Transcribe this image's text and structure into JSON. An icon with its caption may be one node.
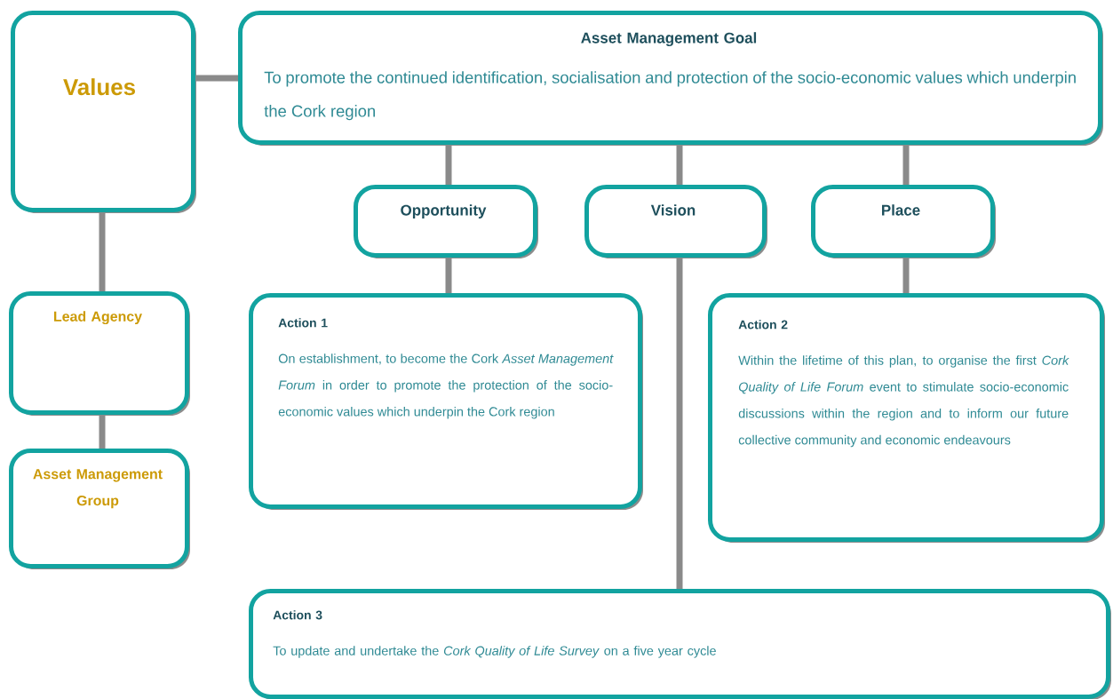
{
  "diagram": {
    "nodes": [
      {
        "text": [
          "Values"
        ]
      },
      {
        "text": [
          "Asset Management Goal",
          "To promote the continued identification, socialisation and protection of the socio-economic values which underpin the Cork region"
        ]
      },
      {
        "text": [
          "Opportunity"
        ]
      },
      {
        "text": [
          "Vision"
        ]
      },
      {
        "text": [
          "Place"
        ]
      },
      {
        "text": [
          "Action 1",
          "On establishment, to become the Cork *Asset Management Forum* in order to promote the protection of the socio-economic values which underpin the Cork region"
        ]
      },
      {
        "text": [
          "Action 2",
          "Within the lifetime of this plan, to organise the first *Cork Quality of Life Forum* event to stimulate socio-economic discussions within the region and to inform our future collective community and economic endeavours"
        ]
      },
      {
        "text": [
          "Action 3",
          "To update and undertake the *Cork Quality of Life Survey* on a five year cycle"
        ]
      },
      {
        "text": [
          "Lead Agency"
        ]
      },
      {
        "text": [
          "Asset Management Group"
        ]
      }
    ],
    "edges": [
      {
        "from": 0,
        "to": 1,
        "arrow": "none"
      },
      {
        "from": 1,
        "to": 2,
        "arrow": "none"
      },
      {
        "from": 1,
        "to": 3,
        "arrow": "none"
      },
      {
        "from": 1,
        "to": 4,
        "arrow": "none"
      },
      {
        "from": 2,
        "to": 5,
        "arrow": "none"
      },
      {
        "from": 4,
        "to": 6,
        "arrow": "none"
      },
      {
        "from": 3,
        "to": 7,
        "arrow": "none"
      },
      {
        "from": 0,
        "to": 8,
        "arrow": "none"
      },
      {
        "from": 8,
        "to": 9,
        "arrow": "none"
      }
    ]
  }
}
